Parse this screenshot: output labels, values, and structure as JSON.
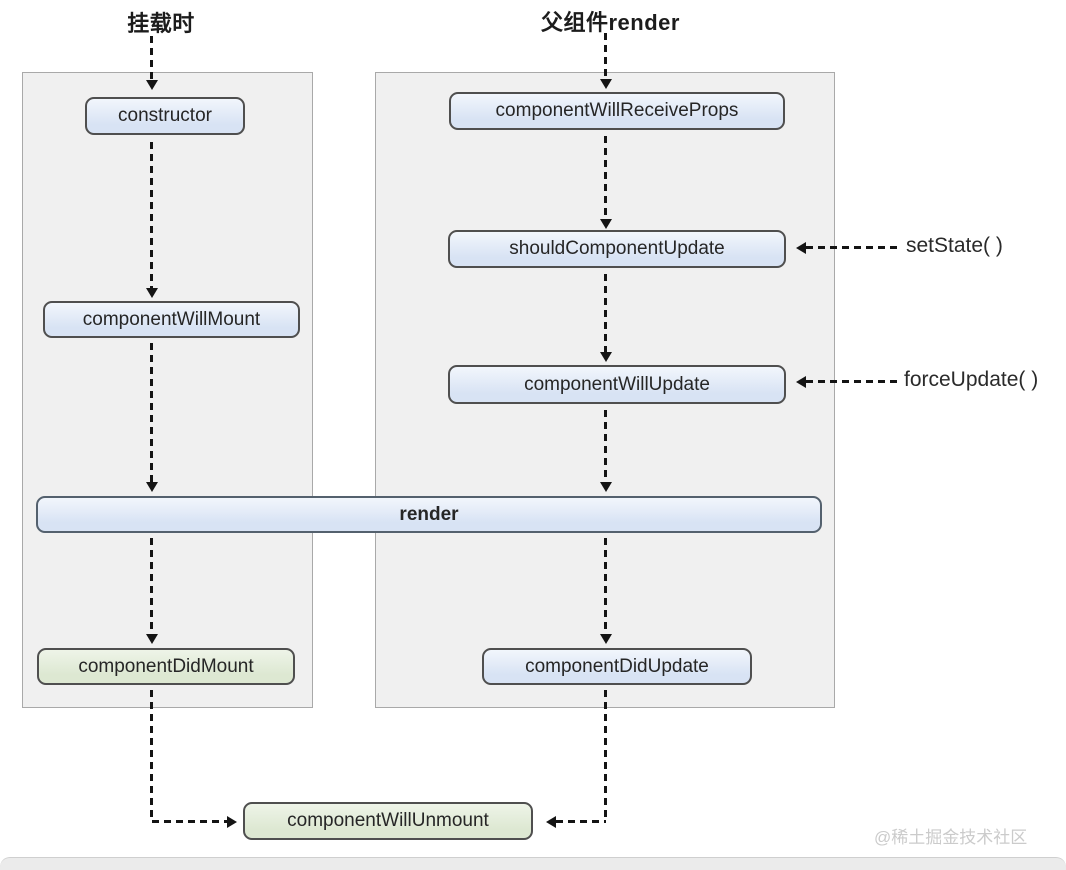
{
  "titles": {
    "mount": "挂载时",
    "parent_render": "父组件render"
  },
  "nodes": {
    "constructor_node": {
      "label": "constructor"
    },
    "component_will_mount": {
      "label": "componentWillMount"
    },
    "component_did_mount": {
      "label": "componentDidMount"
    },
    "component_will_receive_props": {
      "label": "componentWillReceiveProps"
    },
    "should_component_update": {
      "label": "shouldComponentUpdate"
    },
    "component_will_update": {
      "label": "componentWillUpdate"
    },
    "render": {
      "label": "render"
    },
    "component_did_update": {
      "label": "componentDidUpdate"
    },
    "component_will_unmount": {
      "label": "componentWillUnmount"
    }
  },
  "annotations": {
    "set_state": "setState( )",
    "force_update": "forceUpdate( )"
  },
  "watermark": "@稀土掘金技术社区",
  "colors": {
    "node_blue_top": "#f2f6fc",
    "node_blue": "#d8e3f4",
    "node_green_top": "#eef4e8",
    "node_green": "#dde8d2",
    "node_border": "#4f4f4f",
    "render_border": "#54616e",
    "panel_bg": "#f0f0f0",
    "panel_border": "#a9a9a9",
    "line": "#141414",
    "text": "#262626",
    "watermark": "#cbcbcb"
  }
}
